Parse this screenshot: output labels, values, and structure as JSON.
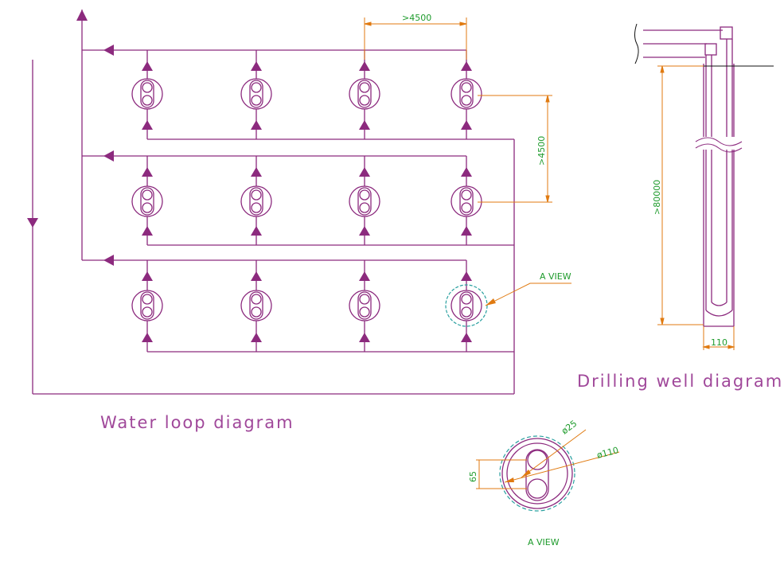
{
  "titles": {
    "water_loop": "Water loop diagram",
    "drilling_well": "Drilling well diagram"
  },
  "labels": {
    "a_view_callout": "A VIEW",
    "a_view_caption": "A VIEW"
  },
  "dimensions": {
    "horizontal_spacing": ">4500",
    "vertical_spacing": ">4500",
    "well_depth": ">80000",
    "well_width": "110",
    "pipe_diameter": "ø25",
    "hole_diameter": "ø110",
    "pipe_center_distance": "65"
  },
  "colors": {
    "pipe": "#8c2a7e",
    "dimension": "#e07a10",
    "dimension_text": "#1e9b2c",
    "hidden_circle": "#2aa0a0",
    "ground": "#111111"
  }
}
